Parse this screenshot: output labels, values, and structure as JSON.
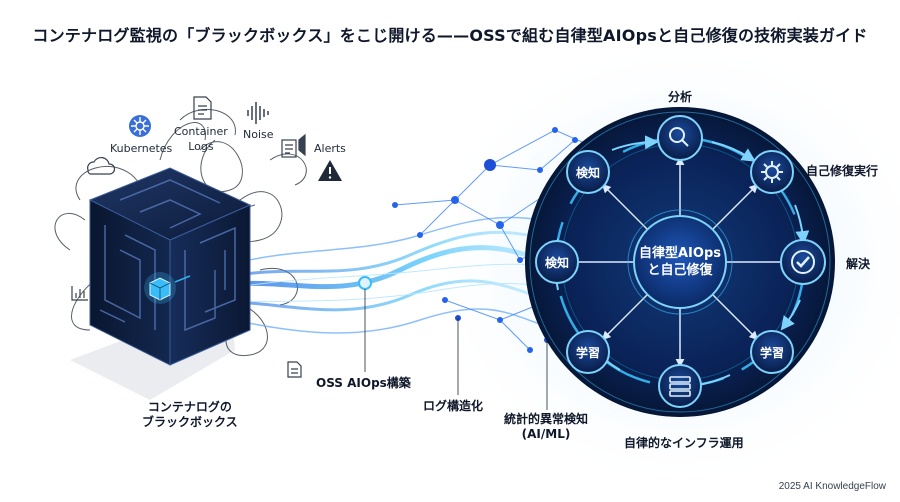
{
  "title": "コンテナログ監視の「ブラックボックス」をこじ開ける——OSSで組む自律型AIOpsと自己修復の技術実装ガイド",
  "left": {
    "cube_caption_1": "コンテナログの",
    "cube_caption_2": "ブラックボックス",
    "icons": {
      "kubernetes": "Kubernetes",
      "container_logs_1": "Container",
      "container_logs_2": "Logs",
      "noise": "Noise",
      "alerts": "Alerts"
    }
  },
  "flow": {
    "oss_aiops": "OSS AIOps構築",
    "log_structuring": "ログ構造化",
    "statistical_1": "統計的異常検知",
    "statistical_2": "(AI/ML)"
  },
  "cycle": {
    "hub_line1": "自律型AIOps",
    "hub_line2": "と自己修復",
    "nodes": {
      "analysis": "分析",
      "detect_top": "検知",
      "detect_left": "検知",
      "self_heal_exec": "自己修復実行",
      "resolve": "解決",
      "learn_left": "学習",
      "learn_right": "学習"
    },
    "caption": "自律的なインフラ運用"
  },
  "credit": "2025 AI KnowledgeFlow",
  "colors": {
    "accent": "#38bdf8",
    "navy": "#0b1f4a",
    "deep": "#071430"
  }
}
